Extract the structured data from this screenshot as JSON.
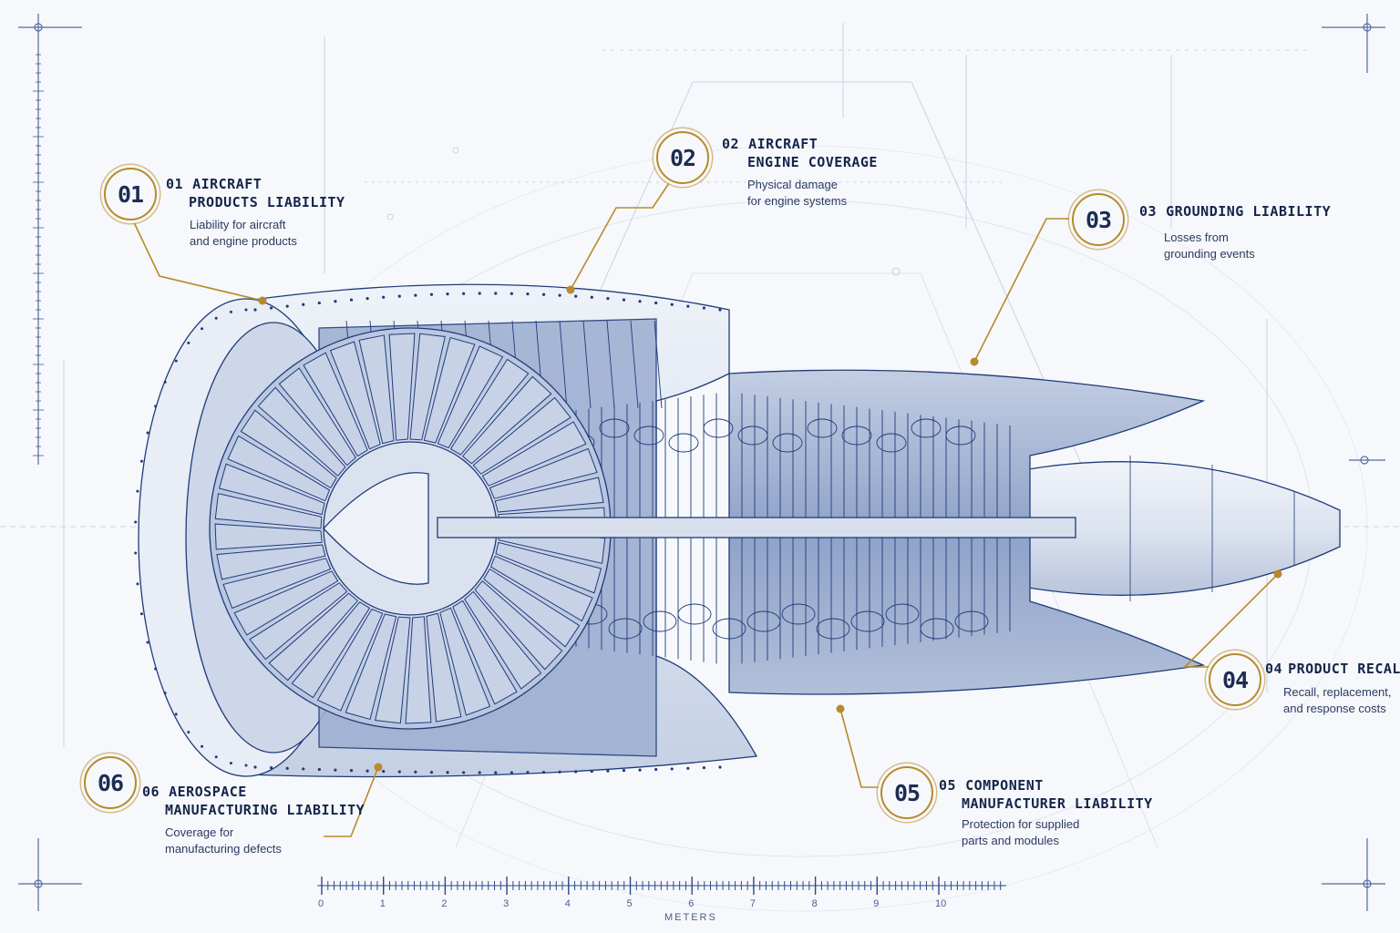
{
  "callouts": [
    {
      "badge": "01",
      "num": "01",
      "title_lines": [
        "AIRCRAFT",
        "PRODUCTS LIABILITY"
      ],
      "desc_lines": [
        "Liability for aircraft",
        "and engine products"
      ]
    },
    {
      "badge": "02",
      "num": "02",
      "title_lines": [
        "AIRCRAFT",
        "ENGINE COVERAGE"
      ],
      "desc_lines": [
        "Physical damage",
        "for engine systems"
      ]
    },
    {
      "badge": "03",
      "num": "03",
      "title_lines": [
        "GROUNDING LIABILITY"
      ],
      "desc_lines": [
        "Losses from",
        "grounding events"
      ]
    },
    {
      "badge": "04",
      "num": "04",
      "title_lines": [
        "PRODUCT RECALL"
      ],
      "desc_lines": [
        "Recall, replacement,",
        "and response costs"
      ]
    },
    {
      "badge": "05",
      "num": "05",
      "title_lines": [
        "COMPONENT",
        "MANUFACTURER LIABILITY"
      ],
      "desc_lines": [
        "Protection for supplied",
        "parts and modules"
      ]
    },
    {
      "badge": "06",
      "num": "06",
      "title_lines": [
        "AEROSPACE",
        "MANUFACTURING LIABILITY"
      ],
      "desc_lines": [
        "Coverage for",
        "manufacturing defects"
      ]
    }
  ],
  "scale": {
    "labels": [
      "0",
      "1",
      "2",
      "3",
      "4",
      "5",
      "6",
      "7",
      "8",
      "9",
      "10"
    ],
    "units": "METERS"
  },
  "colors": {
    "ink": "#1c3a7a",
    "accent": "#b88a2a",
    "background": "#f6f8fb"
  }
}
